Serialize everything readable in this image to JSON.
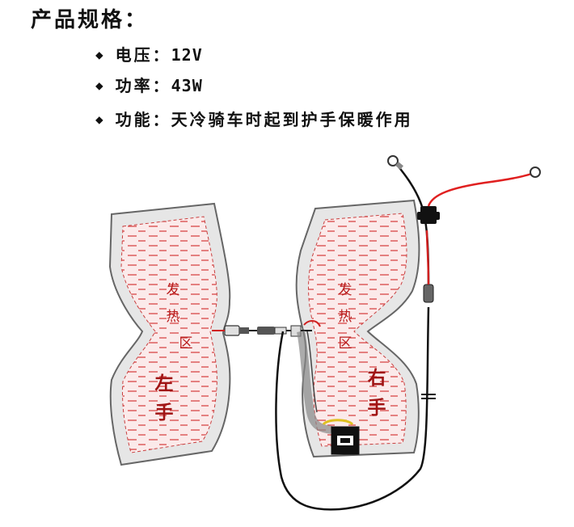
{
  "title": "产品规格：",
  "specs": [
    {
      "bullet": "◆",
      "label": "电压：",
      "value": "12V"
    },
    {
      "bullet": "◆",
      "label": "功率：",
      "value": "43W"
    },
    {
      "bullet": "◆",
      "label": "功能：",
      "value": "天冷骑车时起到护手保暖作用"
    }
  ],
  "diagram": {
    "left_pad": {
      "zone": [
        "发",
        "热",
        "区"
      ],
      "hand": [
        "左",
        "手"
      ]
    },
    "right_pad": {
      "zone": [
        "发",
        "热",
        "区"
      ],
      "hand": [
        "右",
        "手"
      ]
    }
  },
  "colors": {
    "pad_outline": "#666666",
    "pad_fill": "#e8e8e8",
    "heater_fill": "#fbeaea",
    "heater_line": "#d33a3a",
    "label": "#b81c1c",
    "wire_red": "#e02020",
    "wire_black": "#111111"
  }
}
